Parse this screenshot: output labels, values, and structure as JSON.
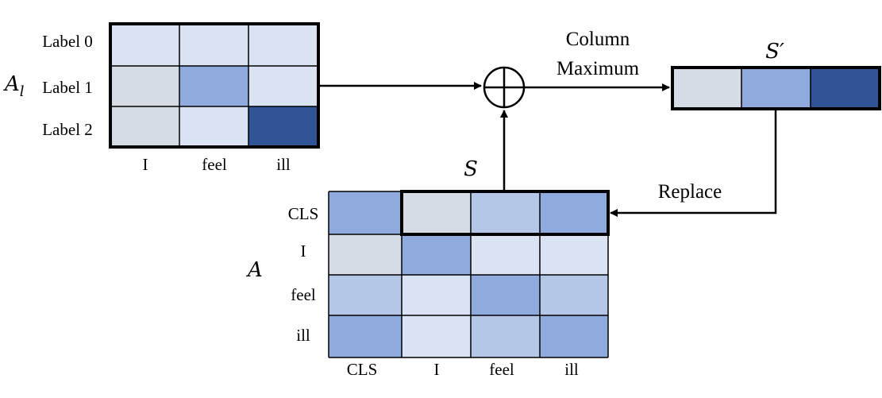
{
  "colors": {
    "very_light": "#dae3f3",
    "gray": "#d6dce5",
    "light": "#b4c7e7",
    "medium": "#8faadc",
    "dark": "#2f5597",
    "stroke": "#000000"
  },
  "al_matrix": {
    "name_main": "A",
    "name_sub": "l",
    "row_labels": [
      "Label 0",
      "Label 1",
      "Label 2"
    ],
    "col_labels": [
      "I",
      "feel",
      "ill"
    ],
    "cells": [
      [
        "very_light",
        "very_light",
        "very_light"
      ],
      [
        "gray",
        "medium",
        "very_light"
      ],
      [
        "gray",
        "very_light",
        "dark"
      ]
    ]
  },
  "a_matrix": {
    "name": "A",
    "row_labels": [
      "CLS",
      "I",
      "feel",
      "ill"
    ],
    "col_labels": [
      "CLS",
      "I",
      "feel",
      "ill"
    ],
    "cells": [
      [
        "medium",
        "gray",
        "light",
        "medium"
      ],
      [
        "gray",
        "medium",
        "very_light",
        "very_light"
      ],
      [
        "light",
        "very_light",
        "medium",
        "light"
      ],
      [
        "medium",
        "very_light",
        "light",
        "medium"
      ]
    ],
    "highlight_label": "S"
  },
  "s_prime": {
    "label": "S′",
    "cells": [
      "gray",
      "medium",
      "dark"
    ]
  },
  "operator": {
    "text_line1": "Column",
    "text_line2": "Maximum"
  },
  "replace_label": "Replace"
}
